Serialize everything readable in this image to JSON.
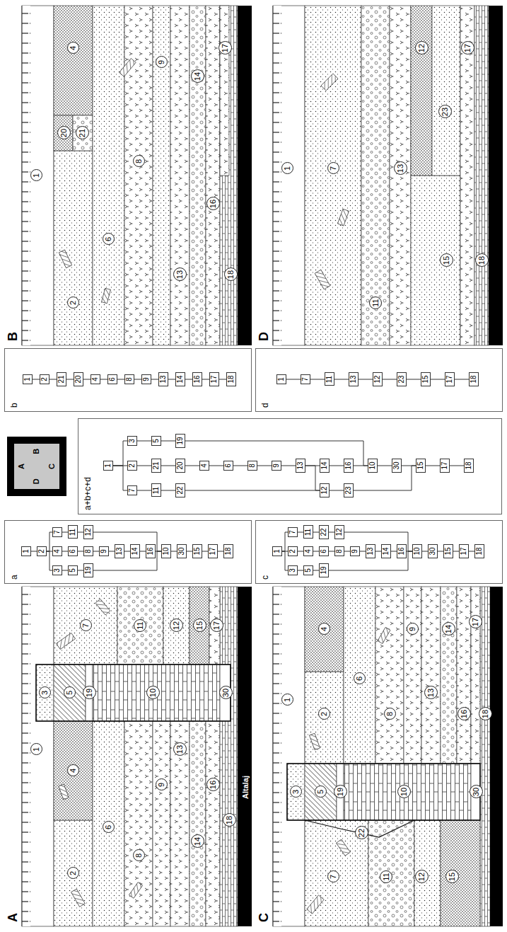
{
  "diagram": {
    "nodes": [
      {
        "text": [
          "A"
        ]
      },
      {
        "text": [
          "1"
        ],
        "in": 0
      },
      {
        "text": [
          "2"
        ],
        "in": 0
      },
      {
        "text": [
          "3"
        ],
        "in": 0
      },
      {
        "text": [
          "4"
        ],
        "in": 0
      },
      {
        "text": [
          "5"
        ],
        "in": 0
      },
      {
        "text": [
          "6"
        ],
        "in": 0
      },
      {
        "text": [
          "7"
        ],
        "in": 0
      },
      {
        "text": [
          "8"
        ],
        "in": 0
      },
      {
        "text": [
          "9"
        ],
        "in": 0
      },
      {
        "text": [
          "10"
        ],
        "in": 0
      },
      {
        "text": [
          "11"
        ],
        "in": 0
      },
      {
        "text": [
          "12"
        ],
        "in": 0
      },
      {
        "text": [
          "13"
        ],
        "in": 0
      },
      {
        "text": [
          "14"
        ],
        "in": 0
      },
      {
        "text": [
          "15"
        ],
        "in": 0
      },
      {
        "text": [
          "16"
        ],
        "in": 0
      },
      {
        "text": [
          "17"
        ],
        "in": 0
      },
      {
        "text": [
          "18"
        ],
        "in": 0
      },
      {
        "text": [
          "19"
        ],
        "in": 0
      },
      {
        "text": [
          "30"
        ],
        "in": 0
      },
      {
        "text": [
          "a"
        ]
      },
      {
        "text": [
          "1"
        ],
        "in": 21
      },
      {
        "text": [
          "2"
        ],
        "in": 21
      },
      {
        "text": [
          "3"
        ],
        "in": 21
      },
      {
        "text": [
          "4"
        ],
        "in": 21
      },
      {
        "text": [
          "7"
        ],
        "in": 21
      },
      {
        "text": [
          "5"
        ],
        "in": 21
      },
      {
        "text": [
          "6"
        ],
        "in": 21
      },
      {
        "text": [
          "11"
        ],
        "in": 21
      },
      {
        "text": [
          "19"
        ],
        "in": 21
      },
      {
        "text": [
          "8"
        ],
        "in": 21
      },
      {
        "text": [
          "12"
        ],
        "in": 21
      },
      {
        "text": [
          "9"
        ],
        "in": 21
      },
      {
        "text": [
          "13"
        ],
        "in": 21
      },
      {
        "text": [
          "14"
        ],
        "in": 21
      },
      {
        "text": [
          "16"
        ],
        "in": 21
      },
      {
        "text": [
          "10"
        ],
        "in": 21
      },
      {
        "text": [
          "30"
        ],
        "in": 21
      },
      {
        "text": [
          "15"
        ],
        "in": 21
      },
      {
        "text": [
          "17"
        ],
        "in": 21
      },
      {
        "text": [
          "18"
        ],
        "in": 21
      },
      {
        "text": [
          "A",
          "B",
          "C",
          "D"
        ]
      },
      {
        "text": [
          "a+b+c+d"
        ]
      },
      {
        "text": [
          "1"
        ],
        "in": 43
      },
      {
        "text": [
          "7"
        ],
        "in": 43
      },
      {
        "text": [
          "2"
        ],
        "in": 43
      },
      {
        "text": [
          "3"
        ],
        "in": 43
      },
      {
        "text": [
          "11"
        ],
        "in": 43
      },
      {
        "text": [
          "21"
        ],
        "in": 43
      },
      {
        "text": [
          "5"
        ],
        "in": 43
      },
      {
        "text": [
          "22"
        ],
        "in": 43
      },
      {
        "text": [
          "20"
        ],
        "in": 43
      },
      {
        "text": [
          "19"
        ],
        "in": 43
      },
      {
        "text": [
          "4"
        ],
        "in": 43
      },
      {
        "text": [
          "6"
        ],
        "in": 43
      },
      {
        "text": [
          "8"
        ],
        "in": 43
      },
      {
        "text": [
          "9"
        ],
        "in": 43
      },
      {
        "text": [
          "13"
        ],
        "in": 43
      },
      {
        "text": [
          "12"
        ],
        "in": 43
      },
      {
        "text": [
          "14"
        ],
        "in": 43
      },
      {
        "text": [
          "23"
        ],
        "in": 43
      },
      {
        "text": [
          "16"
        ],
        "in": 43
      },
      {
        "text": [
          "10"
        ],
        "in": 43
      },
      {
        "text": [
          "30"
        ],
        "in": 43
      },
      {
        "text": [
          "15"
        ],
        "in": 43
      },
      {
        "text": [
          "17"
        ],
        "in": 43
      },
      {
        "text": [
          "18"
        ],
        "in": 43
      },
      {
        "text": [
          "b"
        ]
      },
      {
        "text": [
          "1"
        ],
        "in": 68
      },
      {
        "text": [
          "2"
        ],
        "in": 68
      },
      {
        "text": [
          "21"
        ],
        "in": 68
      },
      {
        "text": [
          "20"
        ],
        "in": 68
      },
      {
        "text": [
          "4"
        ],
        "in": 68
      },
      {
        "text": [
          "6"
        ],
        "in": 68
      },
      {
        "text": [
          "8"
        ],
        "in": 68
      },
      {
        "text": [
          "9"
        ],
        "in": 68
      },
      {
        "text": [
          "13"
        ],
        "in": 68
      },
      {
        "text": [
          "14"
        ],
        "in": 68
      },
      {
        "text": [
          "16"
        ],
        "in": 68
      },
      {
        "text": [
          "17"
        ],
        "in": 68
      },
      {
        "text": [
          "18"
        ],
        "in": 68
      },
      {
        "text": [
          "B"
        ]
      },
      {
        "text": [
          "1"
        ],
        "in": 82
      },
      {
        "text": [
          "2"
        ],
        "in": 82
      },
      {
        "text": [
          "4"
        ],
        "in": 82
      },
      {
        "text": [
          "6"
        ],
        "in": 82
      },
      {
        "text": [
          "8"
        ],
        "in": 82
      },
      {
        "text": [
          "9"
        ],
        "in": 82
      },
      {
        "text": [
          "13"
        ],
        "in": 82
      },
      {
        "text": [
          "14"
        ],
        "in": 82
      },
      {
        "text": [
          "16"
        ],
        "in": 82
      },
      {
        "text": [
          "17"
        ],
        "in": 82
      },
      {
        "text": [
          "18"
        ],
        "in": 82
      },
      {
        "text": [
          "20"
        ],
        "in": 82
      },
      {
        "text": [
          "21"
        ],
        "in": 82
      },
      {
        "text": [
          "C"
        ]
      },
      {
        "text": [
          "1"
        ],
        "in": 96
      },
      {
        "text": [
          "2"
        ],
        "in": 96
      },
      {
        "text": [
          "3"
        ],
        "in": 96
      },
      {
        "text": [
          "4"
        ],
        "in": 96
      },
      {
        "text": [
          "5"
        ],
        "in": 96
      },
      {
        "text": [
          "6"
        ],
        "in": 96
      },
      {
        "text": [
          "7"
        ],
        "in": 96
      },
      {
        "text": [
          "8"
        ],
        "in": 96
      },
      {
        "text": [
          "9"
        ],
        "in": 96
      },
      {
        "text": [
          "10"
        ],
        "in": 96
      },
      {
        "text": [
          "11"
        ],
        "in": 96
      },
      {
        "text": [
          "12"
        ],
        "in": 96
      },
      {
        "text": [
          "13"
        ],
        "in": 96
      },
      {
        "text": [
          "14"
        ],
        "in": 96
      },
      {
        "text": [
          "15"
        ],
        "in": 96
      },
      {
        "text": [
          "16"
        ],
        "in": 96
      },
      {
        "text": [
          "17"
        ],
        "in": 96
      },
      {
        "text": [
          "18"
        ],
        "in": 96
      },
      {
        "text": [
          "19"
        ],
        "in": 96
      },
      {
        "text": [
          "22"
        ],
        "in": 96
      },
      {
        "text": [
          "30"
        ],
        "in": 96
      },
      {
        "text": [
          "c"
        ]
      },
      {
        "text": [
          "1"
        ],
        "in": 118
      },
      {
        "text": [
          "3"
        ],
        "in": 118
      },
      {
        "text": [
          "2"
        ],
        "in": 118
      },
      {
        "text": [
          "7"
        ],
        "in": 118
      },
      {
        "text": [
          "5"
        ],
        "in": 118
      },
      {
        "text": [
          "4"
        ],
        "in": 118
      },
      {
        "text": [
          "11"
        ],
        "in": 118
      },
      {
        "text": [
          "19"
        ],
        "in": 118
      },
      {
        "text": [
          "6"
        ],
        "in": 118
      },
      {
        "text": [
          "22"
        ],
        "in": 118
      },
      {
        "text": [
          "8"
        ],
        "in": 118
      },
      {
        "text": [
          "12"
        ],
        "in": 118
      },
      {
        "text": [
          "9"
        ],
        "in": 118
      },
      {
        "text": [
          "13"
        ],
        "in": 118
      },
      {
        "text": [
          "14"
        ],
        "in": 118
      },
      {
        "text": [
          "16"
        ],
        "in": 118
      },
      {
        "text": [
          "10"
        ],
        "in": 118
      },
      {
        "text": [
          "30"
        ],
        "in": 118
      },
      {
        "text": [
          "15"
        ],
        "in": 118
      },
      {
        "text": [
          "17"
        ],
        "in": 118
      },
      {
        "text": [
          "18"
        ],
        "in": 118
      },
      {
        "text": [
          "d"
        ]
      },
      {
        "text": [
          "1"
        ],
        "in": 140
      },
      {
        "text": [
          "7"
        ],
        "in": 140
      },
      {
        "text": [
          "11"
        ],
        "in": 140
      },
      {
        "text": [
          "13"
        ],
        "in": 140
      },
      {
        "text": [
          "12"
        ],
        "in": 140
      },
      {
        "text": [
          "23"
        ],
        "in": 140
      },
      {
        "text": [
          "15"
        ],
        "in": 140
      },
      {
        "text": [
          "17"
        ],
        "in": 140
      },
      {
        "text": [
          "18"
        ],
        "in": 140
      },
      {
        "text": [
          "D"
        ]
      },
      {
        "text": [
          "1"
        ],
        "in": 150
      },
      {
        "text": [
          "7"
        ],
        "in": 150
      },
      {
        "text": [
          "11"
        ],
        "in": 150
      },
      {
        "text": [
          "13"
        ],
        "in": 150
      },
      {
        "text": [
          "12"
        ],
        "in": 150
      },
      {
        "text": [
          "23"
        ],
        "in": 150
      },
      {
        "text": [
          "15"
        ],
        "in": 150
      },
      {
        "text": [
          "17"
        ],
        "in": 150
      },
      {
        "text": [
          "18"
        ],
        "in": 150
      }
    ],
    "edges": [
      {
        "from": 22,
        "to": 23,
        "arrow": "none"
      },
      {
        "from": 23,
        "to": 24,
        "arrow": "none"
      },
      {
        "from": 23,
        "to": 25,
        "arrow": "none"
      },
      {
        "from": 23,
        "to": 26,
        "arrow": "none"
      },
      {
        "from": 24,
        "to": 27,
        "arrow": "none"
      },
      {
        "from": 27,
        "to": 30,
        "arrow": "none"
      },
      {
        "from": 25,
        "to": 28,
        "arrow": "none"
      },
      {
        "from": 28,
        "to": 31,
        "arrow": "none"
      },
      {
        "from": 31,
        "to": 33,
        "arrow": "none"
      },
      {
        "from": 33,
        "to": 34,
        "arrow": "none"
      },
      {
        "from": 34,
        "to": 35,
        "arrow": "none"
      },
      {
        "from": 35,
        "to": 36,
        "arrow": "none"
      },
      {
        "from": 36,
        "to": 37,
        "arrow": "none"
      },
      {
        "from": 30,
        "to": 37,
        "arrow": "none"
      },
      {
        "from": 26,
        "to": 29,
        "arrow": "none"
      },
      {
        "from": 29,
        "to": 32,
        "arrow": "none"
      },
      {
        "from": 32,
        "to": 37,
        "arrow": "none"
      },
      {
        "from": 37,
        "to": 38,
        "arrow": "none"
      },
      {
        "from": 38,
        "to": 39,
        "arrow": "none"
      },
      {
        "from": 39,
        "to": 40,
        "arrow": "none"
      },
      {
        "from": 40,
        "to": 41,
        "arrow": "none"
      },
      {
        "from": 44,
        "to": 45,
        "arrow": "none"
      },
      {
        "from": 44,
        "to": 46,
        "arrow": "none"
      },
      {
        "from": 44,
        "to": 47,
        "arrow": "none"
      },
      {
        "from": 45,
        "to": 48,
        "arrow": "none"
      },
      {
        "from": 48,
        "to": 51,
        "arrow": "none"
      },
      {
        "from": 51,
        "to": 59,
        "arrow": "none"
      },
      {
        "from": 46,
        "to": 49,
        "arrow": "none"
      },
      {
        "from": 49,
        "to": 52,
        "arrow": "none"
      },
      {
        "from": 52,
        "to": 54,
        "arrow": "none"
      },
      {
        "from": 47,
        "to": 50,
        "arrow": "none"
      },
      {
        "from": 50,
        "to": 53,
        "arrow": "none"
      },
      {
        "from": 53,
        "to": 63,
        "arrow": "none"
      },
      {
        "from": 54,
        "to": 55,
        "arrow": "none"
      },
      {
        "from": 55,
        "to": 56,
        "arrow": "none"
      },
      {
        "from": 56,
        "to": 57,
        "arrow": "none"
      },
      {
        "from": 57,
        "to": 58,
        "arrow": "none"
      },
      {
        "from": 58,
        "to": 59,
        "arrow": "none"
      },
      {
        "from": 58,
        "to": 60,
        "arrow": "none"
      },
      {
        "from": 60,
        "to": 62,
        "arrow": "none"
      },
      {
        "from": 62,
        "to": 63,
        "arrow": "none"
      },
      {
        "from": 59,
        "to": 61,
        "arrow": "none"
      },
      {
        "from": 61,
        "to": 65,
        "arrow": "none"
      },
      {
        "from": 63,
        "to": 64,
        "arrow": "none"
      },
      {
        "from": 64,
        "to": 65,
        "arrow": "none"
      },
      {
        "from": 65,
        "to": 66,
        "arrow": "none"
      },
      {
        "from": 66,
        "to": 67,
        "arrow": "none"
      },
      {
        "from": 69,
        "to": 70,
        "arrow": "none"
      },
      {
        "from": 70,
        "to": 71,
        "arrow": "none"
      },
      {
        "from": 71,
        "to": 72,
        "arrow": "none"
      },
      {
        "from": 72,
        "to": 73,
        "arrow": "none"
      },
      {
        "from": 73,
        "to": 74,
        "arrow": "none"
      },
      {
        "from": 74,
        "to": 75,
        "arrow": "none"
      },
      {
        "from": 75,
        "to": 76,
        "arrow": "none"
      },
      {
        "from": 76,
        "to": 77,
        "arrow": "none"
      },
      {
        "from": 77,
        "to": 78,
        "arrow": "none"
      },
      {
        "from": 78,
        "to": 79,
        "arrow": "none"
      },
      {
        "from": 79,
        "to": 80,
        "arrow": "none"
      },
      {
        "from": 80,
        "to": 81,
        "arrow": "none"
      },
      {
        "from": 119,
        "to": 120,
        "arrow": "none"
      },
      {
        "from": 119,
        "to": 121,
        "arrow": "none"
      },
      {
        "from": 119,
        "to": 122,
        "arrow": "none"
      },
      {
        "from": 120,
        "to": 123,
        "arrow": "none"
      },
      {
        "from": 123,
        "to": 126,
        "arrow": "none"
      },
      {
        "from": 126,
        "to": 135,
        "arrow": "none"
      },
      {
        "from": 121,
        "to": 124,
        "arrow": "none"
      },
      {
        "from": 124,
        "to": 127,
        "arrow": "none"
      },
      {
        "from": 127,
        "to": 129,
        "arrow": "none"
      },
      {
        "from": 129,
        "to": 131,
        "arrow": "none"
      },
      {
        "from": 131,
        "to": 132,
        "arrow": "none"
      },
      {
        "from": 132,
        "to": 133,
        "arrow": "none"
      },
      {
        "from": 133,
        "to": 134,
        "arrow": "none"
      },
      {
        "from": 134,
        "to": 135,
        "arrow": "none"
      },
      {
        "from": 122,
        "to": 125,
        "arrow": "none"
      },
      {
        "from": 125,
        "to": 128,
        "arrow": "none"
      },
      {
        "from": 128,
        "to": 130,
        "arrow": "none"
      },
      {
        "from": 130,
        "to": 135,
        "arrow": "none"
      },
      {
        "from": 135,
        "to": 136,
        "arrow": "none"
      },
      {
        "from": 136,
        "to": 137,
        "arrow": "none"
      },
      {
        "from": 137,
        "to": 138,
        "arrow": "none"
      },
      {
        "from": 138,
        "to": 139,
        "arrow": "none"
      },
      {
        "from": 141,
        "to": 142,
        "arrow": "none"
      },
      {
        "from": 142,
        "to": 143,
        "arrow": "none"
      },
      {
        "from": 143,
        "to": 144,
        "arrow": "none"
      },
      {
        "from": 144,
        "to": 145,
        "arrow": "none"
      },
      {
        "from": 145,
        "to": 146,
        "arrow": "none"
      },
      {
        "from": 146,
        "to": 147,
        "arrow": "none"
      },
      {
        "from": 147,
        "to": 148,
        "arrow": "none"
      },
      {
        "from": 148,
        "to": 149,
        "arrow": "none"
      }
    ],
    "labels": [
      "Altalaj"
    ]
  }
}
